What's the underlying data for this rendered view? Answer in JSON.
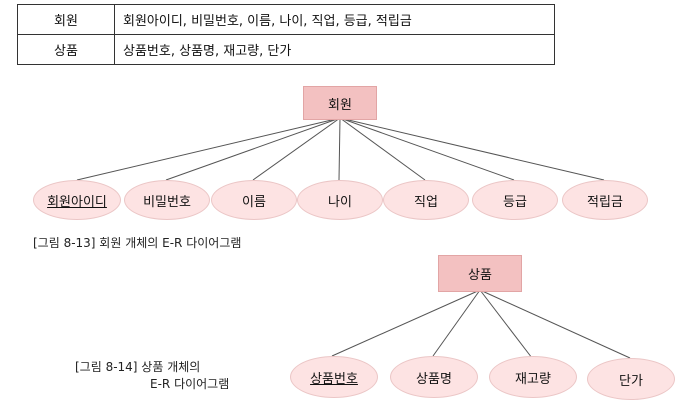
{
  "table": {
    "rows": [
      {
        "entity": "회원",
        "attributes": "회원아이디, 비밀번호, 이름, 나이, 직업, 등급, 적립금"
      },
      {
        "entity": "상품",
        "attributes": "상품번호, 상품명, 재고량, 단가"
      }
    ]
  },
  "diagram1": {
    "entity": "회원",
    "attributes": [
      "회원아이디",
      "비밀번호",
      "이름",
      "나이",
      "직업",
      "등급",
      "적립금"
    ],
    "caption": "[그림 8-13] 회원 개체의 E-R 다이어그램"
  },
  "diagram2": {
    "entity": "상품",
    "attributes": [
      "상품번호",
      "상품명",
      "재고량",
      "단가"
    ],
    "caption_line1": "[그림 8-14] 상품 개체의",
    "caption_line2": "E-R 다이어그램"
  }
}
